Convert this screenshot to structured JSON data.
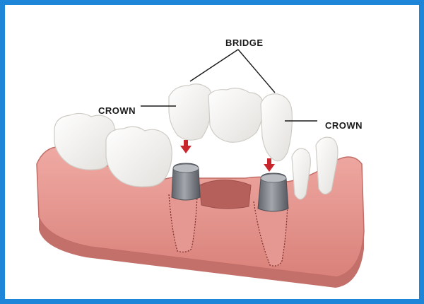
{
  "labels": {
    "bridge": "BRIDGE",
    "crown_left": "CROWN",
    "crown_right": "CROWN"
  },
  "colors": {
    "frame_border": "#1e86d8",
    "gum": "#e79b93",
    "gum_shadow": "#c9726c",
    "tooth": "#f6f6f4",
    "abutment": "#7b7f86",
    "arrow": "#c8262c"
  }
}
